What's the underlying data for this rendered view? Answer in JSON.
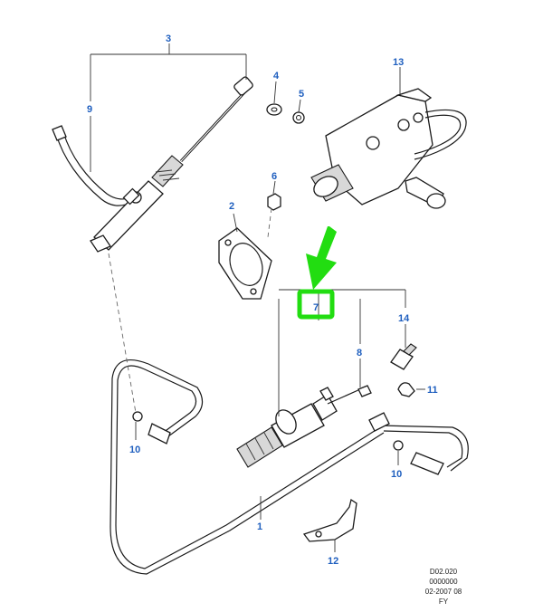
{
  "callouts": {
    "c1": "1",
    "c2": "2",
    "c3": "3",
    "c4": "4",
    "c5": "5",
    "c6": "6",
    "c7": "7",
    "c8": "8",
    "c9": "9",
    "c10a": "10",
    "c10b": "10",
    "c11": "11",
    "c12": "12",
    "c13": "13",
    "c14": "14"
  },
  "reference": {
    "line1": "D02.020",
    "line2": "0000000",
    "line3": "02-2007 08",
    "line4": "FY"
  },
  "colors": {
    "callout": "#1f5fbf",
    "highlight": "#22dd11"
  },
  "icons": {
    "pointer": "arrow-down-icon"
  }
}
